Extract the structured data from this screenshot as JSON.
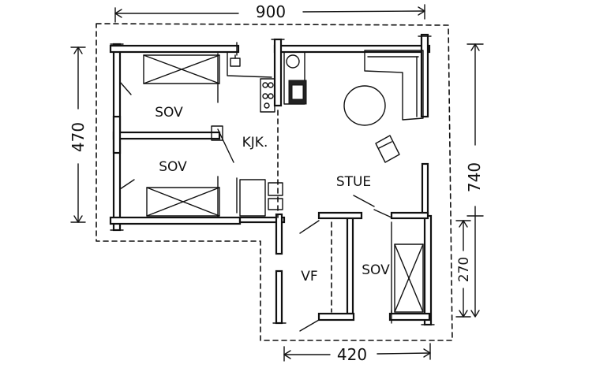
{
  "plan": {
    "dimensions": {
      "top_width": "900",
      "left_height": "470",
      "right_height": "740",
      "right_lower_height": "270",
      "bottom_width": "420"
    },
    "rooms": {
      "sov_upper": "SOV",
      "sov_lower": "SOV",
      "kitchen": "KJK.",
      "living": "STUE",
      "vf": "VF",
      "sov_small": "SOV"
    }
  }
}
